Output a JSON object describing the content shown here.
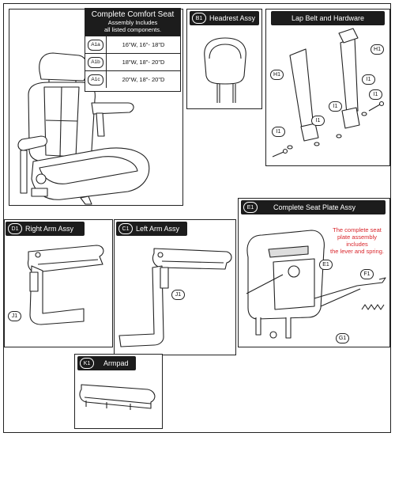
{
  "seat_table": {
    "title": "Complete Comfort Seat",
    "subtitle_line1": "Assembly Includes",
    "subtitle_line2": "all listed components.",
    "rows": [
      {
        "code": "A1a",
        "size": "16\"W, 16\"- 18\"D"
      },
      {
        "code": "A1b",
        "size": "18\"W, 18\"- 20\"D"
      },
      {
        "code": "A1c",
        "size": "20\"W, 18\"- 20\"D"
      }
    ]
  },
  "headrest": {
    "code": "B1",
    "title": "Headrest Assy"
  },
  "lap_belt": {
    "title": "Lap Belt and Hardware",
    "callouts": [
      "H1",
      "H1",
      "I1",
      "I1",
      "I1",
      "I1",
      "I1"
    ]
  },
  "seat_plate": {
    "code": "E1",
    "title": "Complete Seat Plate Assy",
    "callout_e1": "E1",
    "callout_f1": "F1",
    "callout_g1": "G1",
    "note_lines": [
      "The complete seat",
      "plate assembly",
      "includes",
      "the lever and spring."
    ]
  },
  "right_arm": {
    "code": "D1",
    "title": "Right Arm Assy",
    "callout": "J1"
  },
  "left_arm": {
    "code": "C1",
    "title": "Left Arm Assy",
    "callout": "J1"
  },
  "armpad": {
    "code": "K1",
    "title": "Armpad"
  },
  "colors": {
    "label_bg": "#1c1c1c",
    "note_red": "#d9262c",
    "line": "#222222"
  }
}
